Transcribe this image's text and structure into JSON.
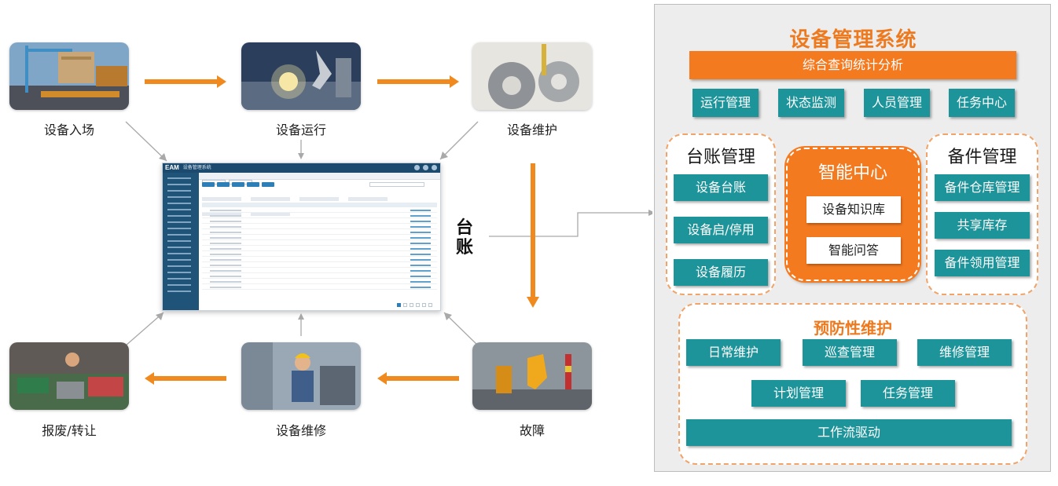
{
  "stages": [
    {
      "id": "entry",
      "label": "设备入场"
    },
    {
      "id": "run",
      "label": "设备运行"
    },
    {
      "id": "maint",
      "label": "设备维护"
    },
    {
      "id": "fault",
      "label": "故障"
    },
    {
      "id": "repair",
      "label": "设备维修"
    },
    {
      "id": "scrap",
      "label": "报废/转让"
    }
  ],
  "center": {
    "ledger_label": "台账",
    "screen_logo": "EAM",
    "screen_name": "设备管理系统"
  },
  "panel": {
    "title": "设备管理系统",
    "top_bar": "综合查询统计分析",
    "modules": [
      "运行管理",
      "状态监测",
      "人员管理",
      "任务中心"
    ],
    "ledger": {
      "title": "台账管理",
      "items": [
        "设备台账",
        "设备启/停用",
        "设备履历"
      ]
    },
    "smart": {
      "title": "智能中心",
      "items": [
        "设备知识库",
        "智能问答"
      ]
    },
    "spare": {
      "title": "备件管理",
      "items": [
        "备件仓库管理",
        "共享库存",
        "备件领用管理"
      ]
    },
    "preventive": {
      "title": "预防性维护",
      "row1": [
        "日常维护",
        "巡查管理",
        "维修管理"
      ],
      "row2": [
        "计划管理",
        "任务管理"
      ],
      "workflow": "工作流驱动"
    }
  },
  "colors": {
    "orange": "#f47a20",
    "title_orange": "#ee7a1f",
    "teal": "#1d939a",
    "arrow": "#f08a1e",
    "dashed_border": "#f0a46a",
    "panel_bg": "#ededed"
  }
}
